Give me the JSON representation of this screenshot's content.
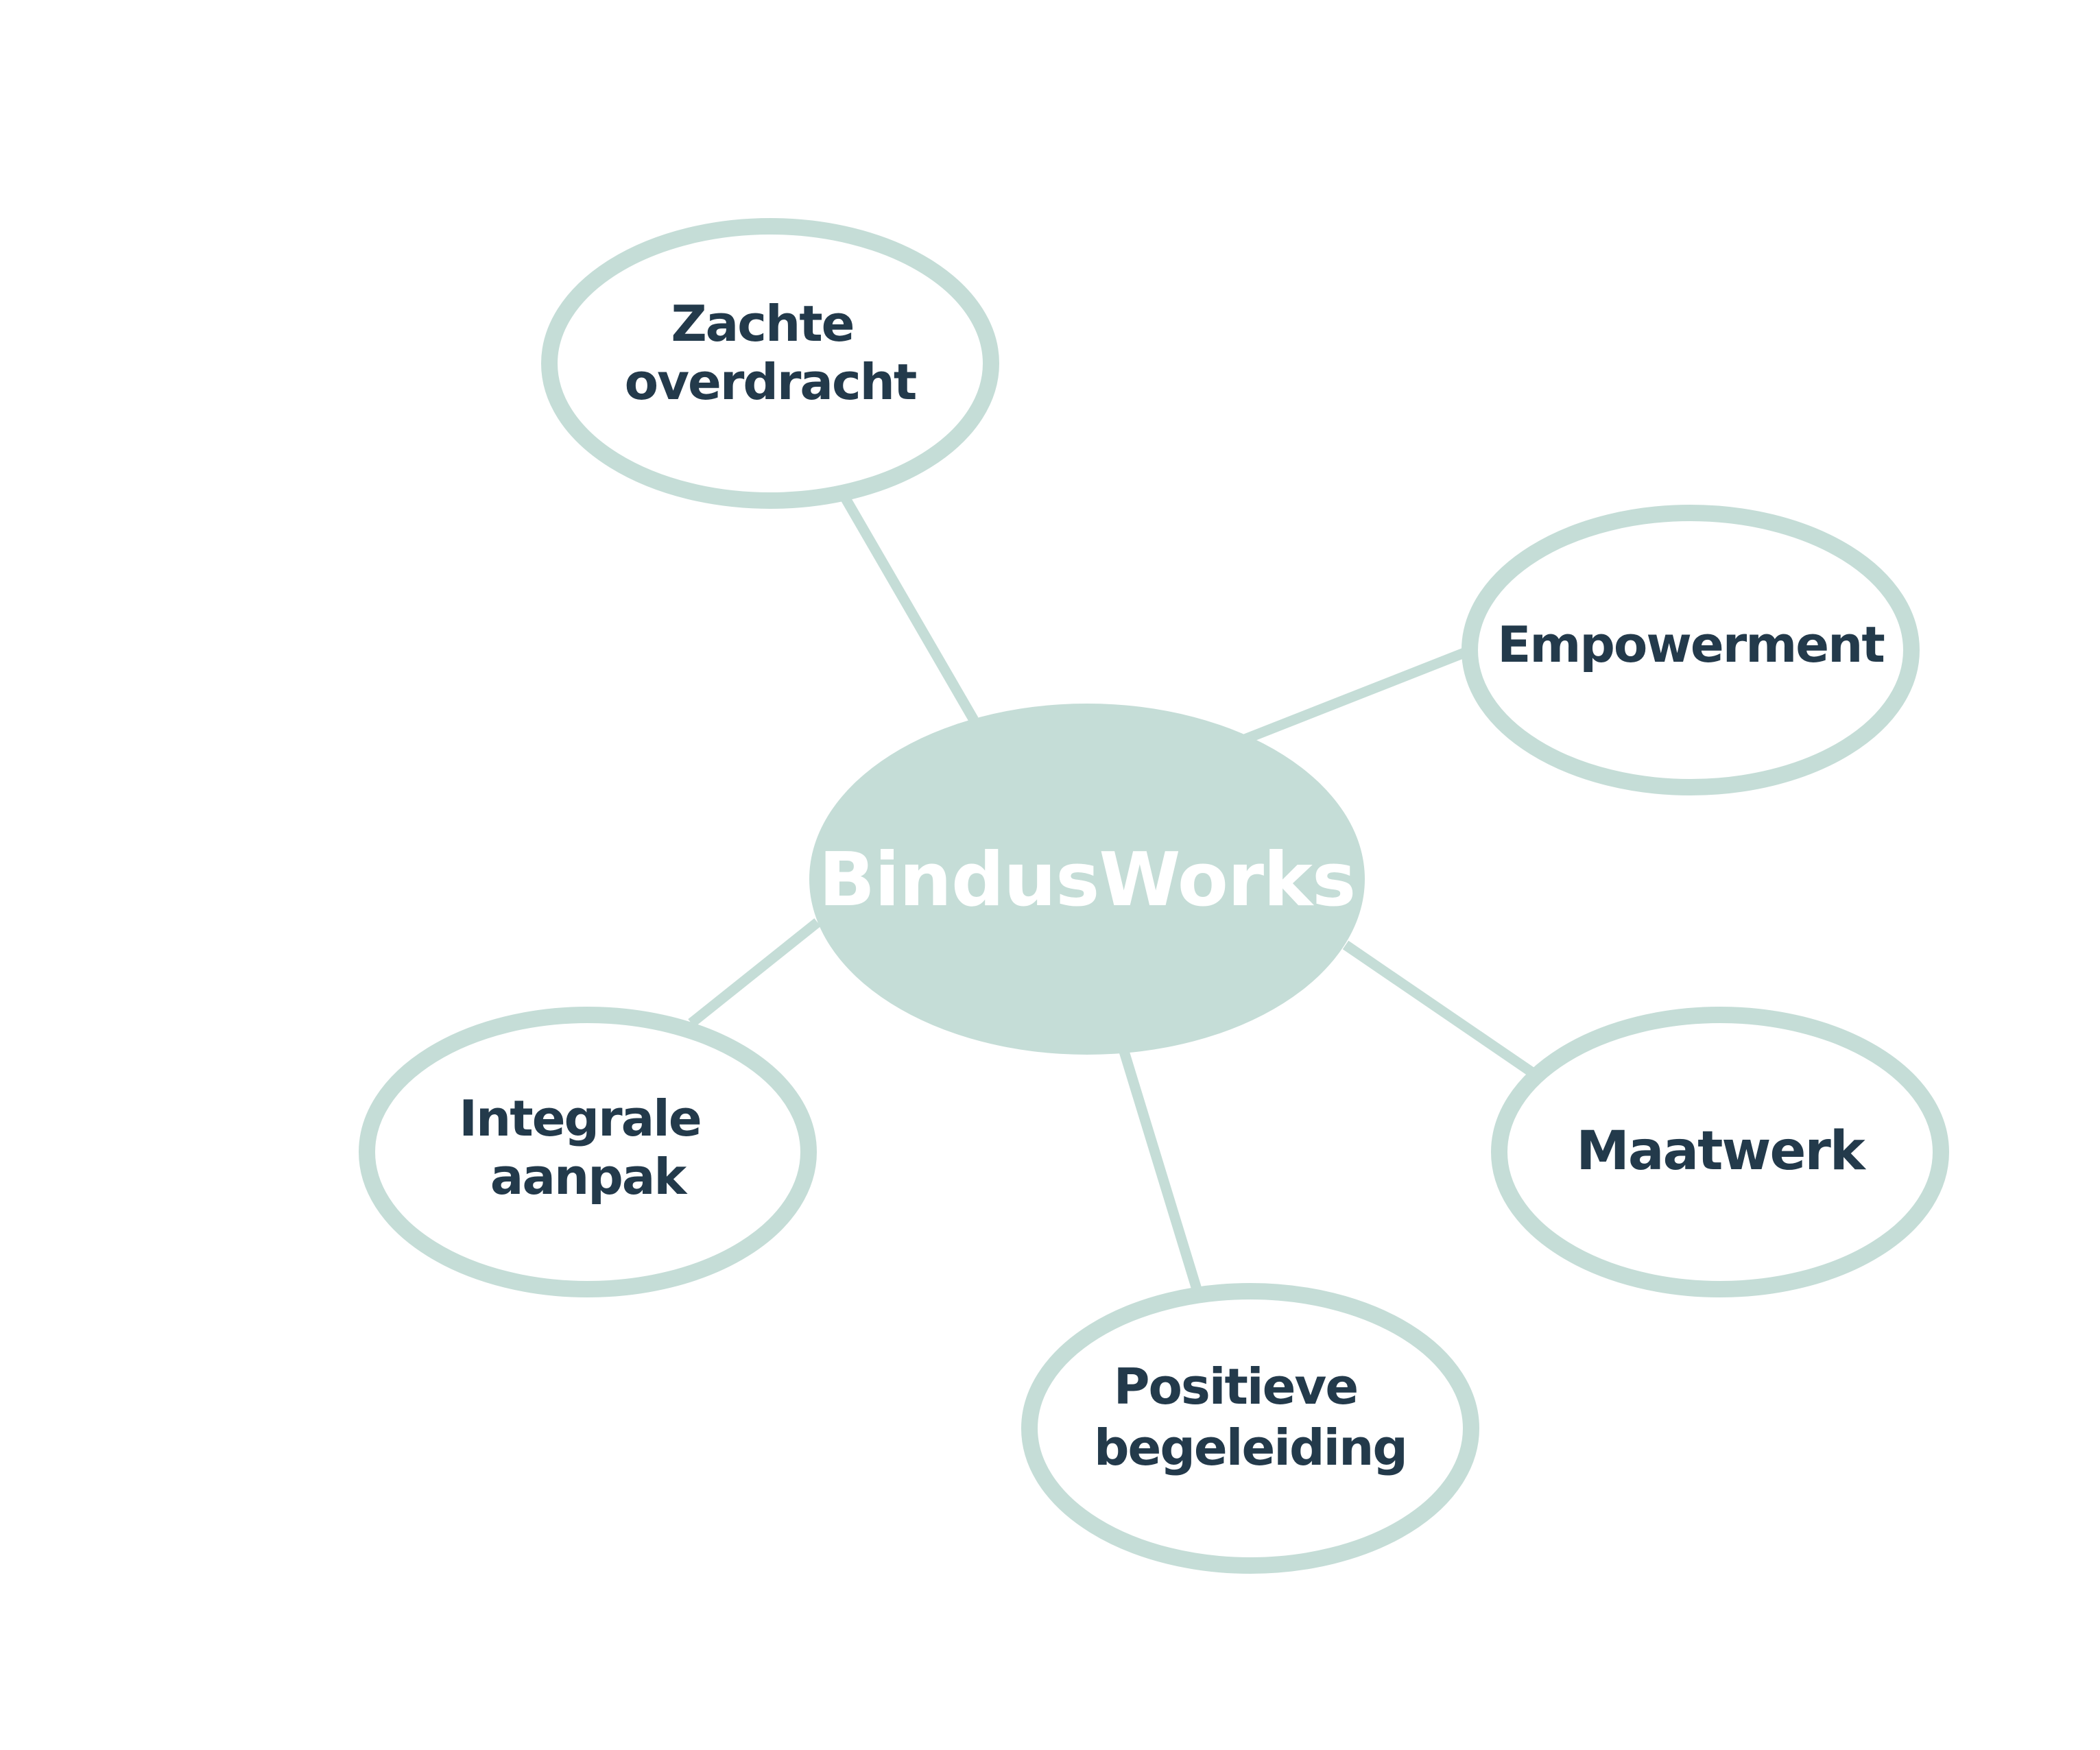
{
  "diagram": {
    "type": "mind-map",
    "colors": {
      "accent": "#c5ddd7",
      "text": "#233a4b",
      "center_text": "#ffffff",
      "background": "#ffffff"
    },
    "center": {
      "label": "BindusWorks"
    },
    "nodes": [
      {
        "id": "zachte-overdracht",
        "lines": [
          "Zachte",
          "overdracht"
        ]
      },
      {
        "id": "empowerment",
        "lines": [
          "Empowerment"
        ]
      },
      {
        "id": "maatwerk",
        "lines": [
          "Maatwerk"
        ]
      },
      {
        "id": "positieve-begeleiding",
        "lines": [
          "Positieve",
          "begeleiding"
        ]
      },
      {
        "id": "integrale-aanpak",
        "lines": [
          "Integrale",
          "aanpak"
        ]
      }
    ],
    "edges": [
      {
        "from": "center",
        "to": "zachte-overdracht"
      },
      {
        "from": "center",
        "to": "empowerment"
      },
      {
        "from": "center",
        "to": "maatwerk"
      },
      {
        "from": "center",
        "to": "positieve-begeleiding"
      },
      {
        "from": "center",
        "to": "integrale-aanpak"
      }
    ]
  }
}
